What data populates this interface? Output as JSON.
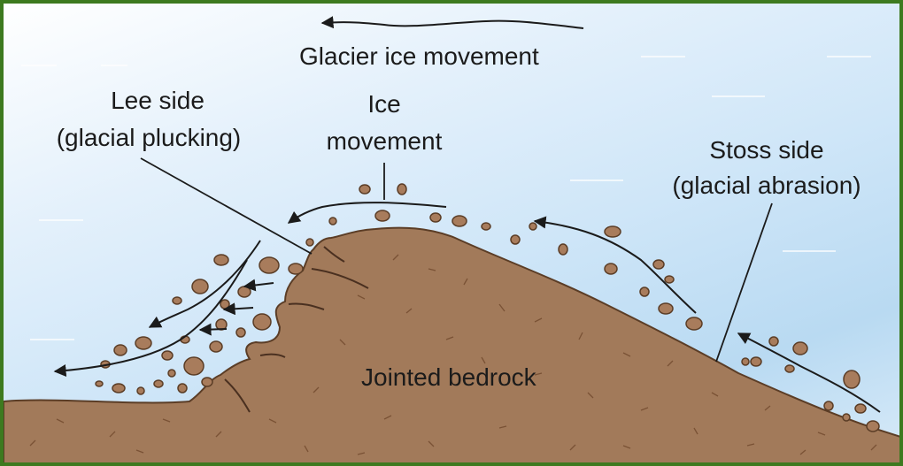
{
  "labels": {
    "glacier_ice_movement": "Glacier ice movement",
    "lee_side": "Lee side",
    "lee_side_process": "(glacial plucking)",
    "ice": "Ice",
    "movement": "movement",
    "stoss_side": "Stoss side",
    "stoss_side_process": "(glacial abrasion)",
    "bedrock": "Jointed bedrock"
  },
  "colors": {
    "frame": "#3d7a1f",
    "bedrock": "#a27a5a",
    "bedrock_texture": "#7a5235",
    "rock_fragment": "#a87c5c",
    "line": "#1b1b1b"
  }
}
